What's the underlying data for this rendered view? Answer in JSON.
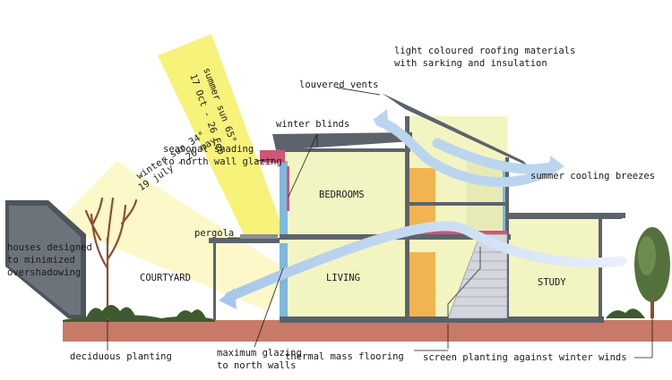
{
  "labels": {
    "summer_sun_line1": "summer sun 65°",
    "summer_sun_line2": "17 Oct - 26 Feb",
    "winter_sun_line1": "winter sun 34°",
    "winter_sun_line2": "19 july - 26 may",
    "roofing_line1": "light coloured roofing materials",
    "roofing_line2": "with sarking and insulation",
    "louvered_vents": "louvered vents",
    "winter_blinds": "winter blinds",
    "seasonal_shading_line1": "seasonal shading",
    "seasonal_shading_line2": "to north wall glazing",
    "summer_breezes": "summer cooling breezes",
    "pergola": "pergola",
    "houses_line1": "houses designed",
    "houses_line2": "to minimized",
    "houses_line3": "overshadowing",
    "deciduous": "deciduous planting",
    "max_glazing_line1": "maximum glazing",
    "max_glazing_line2": "to north walls",
    "thermal_mass": "thermal mass flooring",
    "screen_planting": "screen planting against winter winds"
  },
  "rooms": {
    "bedrooms": "BEDROOMS",
    "living": "LIVING",
    "study": "STUDY",
    "courtyard": "COURTYARD"
  },
  "colors": {
    "summer_sun": "#f6f27a",
    "winter_sun": "#fbf7c0",
    "wall_fill": "#f2f5c2",
    "wall_blue": "#7fb8dd",
    "roof": "#5d636b",
    "ground": "#c77a67",
    "floor": "#57606b",
    "door": "#f2b451",
    "breeze": "#bcd5ef",
    "pink_trim": "#d05577"
  }
}
